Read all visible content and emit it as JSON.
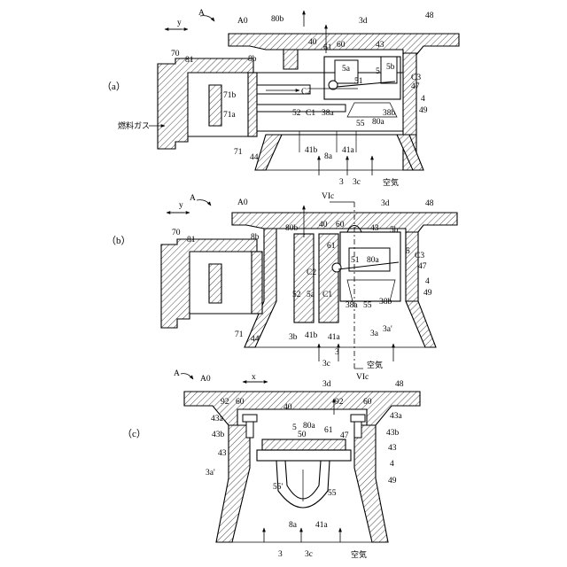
{
  "figures": {
    "a": {
      "caption": "（a）",
      "labels": {
        "A": "A",
        "A0": "A0",
        "y": "y",
        "80b": "80b",
        "3d": "3d",
        "48": "48",
        "70": "70",
        "81": "81",
        "8b": "8b",
        "40": "40",
        "61": "61",
        "60": "60",
        "43": "43",
        "5a": "5a",
        "5": "5",
        "5b": "5b",
        "C3": "C3",
        "51": "51",
        "47": "47",
        "4": "4",
        "71b": "71b",
        "C2": "C2",
        "71a": "71a",
        "52": "52",
        "C1": "C1",
        "38a": "38a",
        "80a": "80a",
        "38b": "38b",
        "49": "49",
        "55": "55",
        "fuel_gas": "燃料ガス",
        "71": "71",
        "44": "44",
        "41b": "41b",
        "8a": "8a",
        "41a": "41a",
        "3": "3",
        "3c": "3c",
        "air": "空気"
      }
    },
    "b": {
      "caption": "（b）",
      "labels": {
        "A": "A",
        "A0": "A0",
        "y": "y",
        "VIc_top": "VIc",
        "3d": "3d",
        "48": "48",
        "70": "70",
        "81": "81",
        "8b": "8b",
        "80b": "80b",
        "40": "40",
        "60": "60",
        "43": "43",
        "5b": "5b",
        "61": "61",
        "C3": "C3",
        "C2": "C2",
        "51": "51",
        "80a": "80a",
        "5": "5",
        "47": "47",
        "4": "4",
        "52": "52",
        "5a": "5a",
        "C1": "C1",
        "49": "49",
        "38a": "38a",
        "55": "55",
        "38b": "38b",
        "71": "71",
        "44": "44",
        "3b": "3b",
        "41b": "41b",
        "41a": "41a",
        "3a": "3a",
        "3a_prime": "3a'",
        "3": "3",
        "3c": "3c",
        "air": "空気",
        "VIc_bottom": "VIc"
      }
    },
    "c": {
      "caption": "（c）",
      "labels": {
        "A": "A",
        "A0": "A0",
        "x": "x",
        "3d": "3d",
        "48": "48",
        "92_left": "92",
        "60_left": "60",
        "92_right": "92",
        "60_right": "60",
        "43a_left": "43a",
        "43a_right": "43a",
        "40": "40",
        "43b_left": "43b",
        "43b_right": "43b",
        "5": "5",
        "80a": "80a",
        "50": "50",
        "61": "61",
        "47": "47",
        "43_left": "43",
        "43_right": "43",
        "4": "4",
        "3a_prime": "3a'",
        "49": "49",
        "55_left": "55'",
        "55_right": "55",
        "8a": "8a",
        "41a": "41a",
        "3": "3",
        "3c": "3c",
        "air": "空気"
      }
    }
  }
}
